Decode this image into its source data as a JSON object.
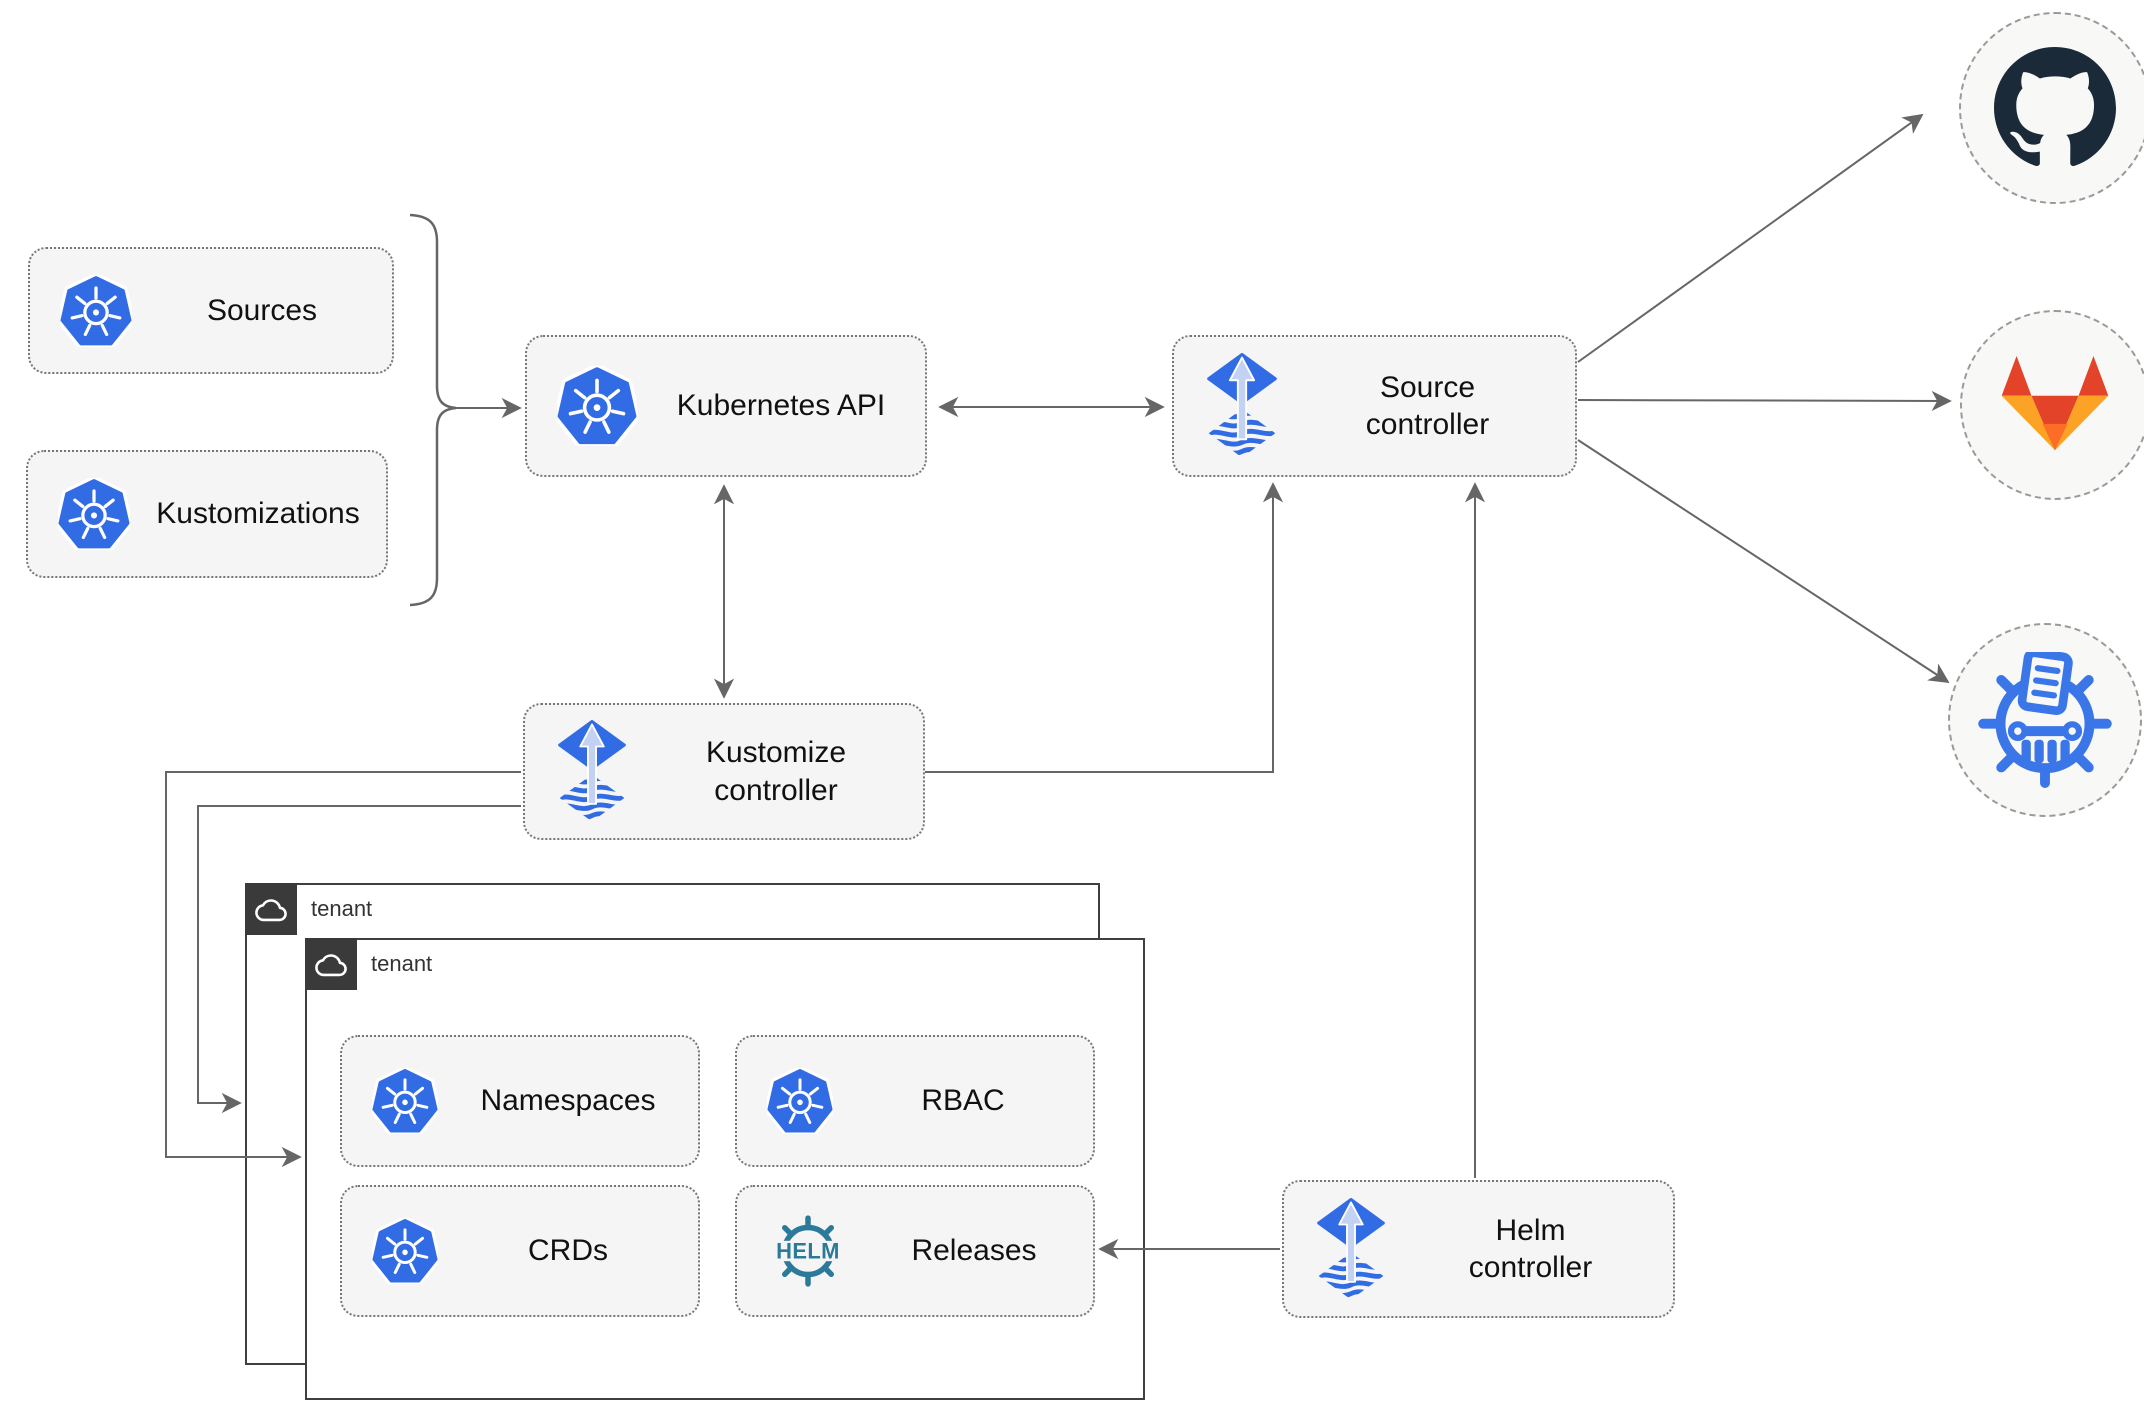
{
  "diagram": {
    "nodes": {
      "sources": {
        "label": "Sources",
        "icon": "kubernetes"
      },
      "kustomizations": {
        "label": "Kustomizations",
        "icon": "kubernetes"
      },
      "kubernetes_api": {
        "label": "Kubernetes API",
        "icon": "kubernetes"
      },
      "source_controller": {
        "label": "Source controller",
        "icon": "flux"
      },
      "kustomize_controller": {
        "label": "Kustomize controller",
        "icon": "flux"
      },
      "helm_controller": {
        "label": "Helm controller",
        "icon": "flux"
      },
      "namespaces": {
        "label": "Namespaces",
        "icon": "kubernetes"
      },
      "rbac": {
        "label": "RBAC",
        "icon": "kubernetes"
      },
      "crds": {
        "label": "CRDs",
        "icon": "kubernetes"
      },
      "releases": {
        "label": "Releases",
        "icon": "helm"
      }
    },
    "tenants": [
      {
        "label": "tenant",
        "icon": "cloud"
      },
      {
        "label": "tenant",
        "icon": "cloud"
      }
    ],
    "externals": {
      "github": {
        "icon": "github"
      },
      "gitlab": {
        "icon": "gitlab"
      },
      "chartmuseum": {
        "icon": "chartmuseum"
      }
    },
    "helm_logo_text": "HELM",
    "edges": [
      {
        "from": "sources + kustomizations",
        "to": "kubernetes_api",
        "type": "arrow-with-brace"
      },
      {
        "from": "kubernetes_api",
        "to": "source_controller",
        "type": "double-arrow"
      },
      {
        "from": "kubernetes_api",
        "to": "kustomize_controller",
        "type": "double-arrow"
      },
      {
        "from": "kustomize_controller",
        "to": "source_controller",
        "type": "arrow"
      },
      {
        "from": "helm_controller",
        "to": "source_controller",
        "type": "arrow"
      },
      {
        "from": "helm_controller",
        "to": "releases",
        "type": "arrow"
      },
      {
        "from": "kustomize_controller",
        "to": "tenant_outer",
        "type": "arrow"
      },
      {
        "from": "kustomize_controller",
        "to": "tenant_inner",
        "type": "arrow"
      },
      {
        "from": "source_controller",
        "to": "github",
        "type": "arrow"
      },
      {
        "from": "source_controller",
        "to": "gitlab",
        "type": "arrow"
      },
      {
        "from": "source_controller",
        "to": "chartmuseum",
        "type": "arrow"
      }
    ],
    "colors": {
      "kubernetes_blue": "#326CE5",
      "flux_blue": "#316CE4",
      "flux_arrow_light": "#C3D2F3",
      "helm_teal": "#2C7A99",
      "github_dark": "#1B2A38",
      "gitlab_red": "#E24329",
      "gitlab_orange": "#FC6D26",
      "gitlab_amber": "#FCA326",
      "chartmuseum_blue": "#3B76E8",
      "edge_gray": "#666666",
      "node_bg": "#F5F5F5",
      "node_border": "#767676",
      "tenant_border": "#3F3F3F",
      "tenant_badge_bg": "#3A3A3A",
      "circle_bg": "#F8F8F6",
      "circle_border": "#9A9A9A"
    }
  }
}
